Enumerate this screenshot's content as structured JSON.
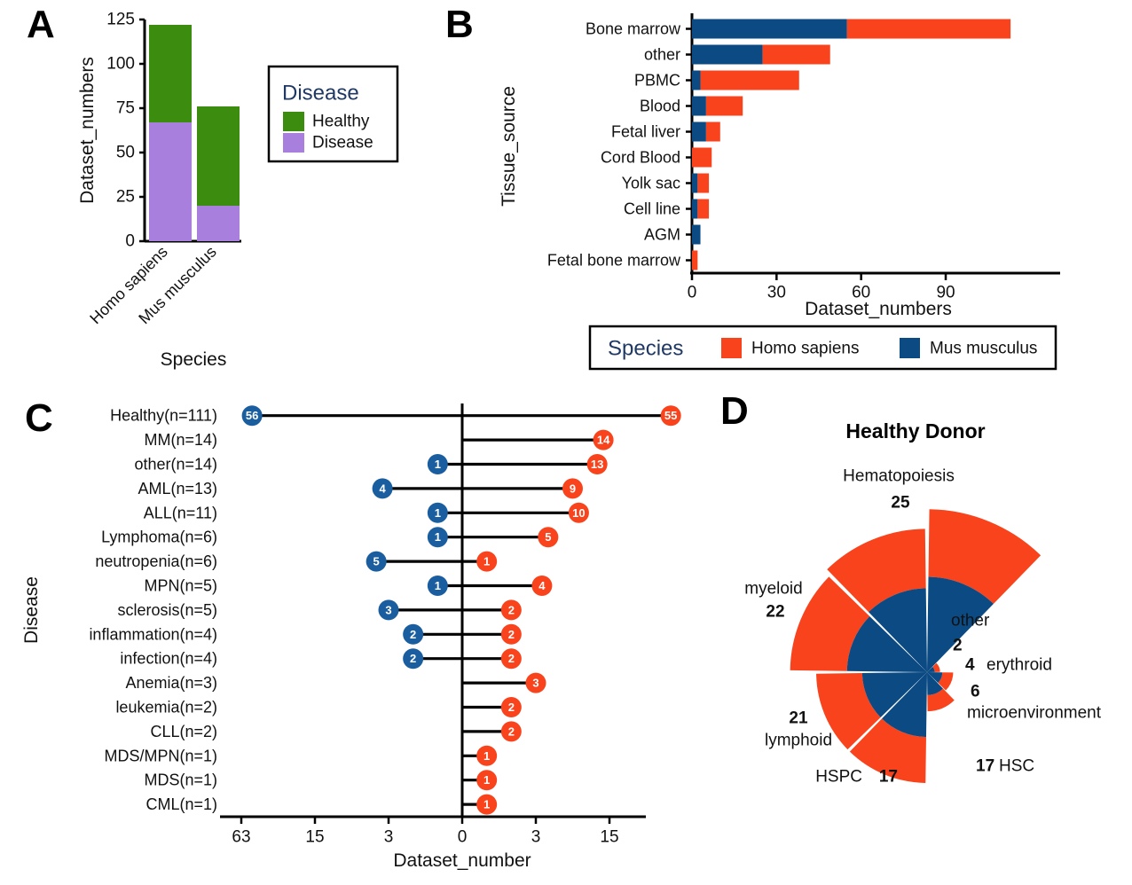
{
  "figure": {
    "panels": [
      "A",
      "B",
      "C",
      "D"
    ]
  },
  "panelA": {
    "letter": "A",
    "ylabel": "Dataset_numbers",
    "xlabel": "Species",
    "yticks": [
      "0",
      "25",
      "50",
      "75",
      "100",
      "125"
    ],
    "legend": {
      "title": "Disease",
      "items": [
        {
          "label": "Healthy",
          "color": "#3c8c10"
        },
        {
          "label": "Disease",
          "color": "#a97fdd"
        }
      ]
    },
    "chart_data": {
      "type": "bar",
      "title": "",
      "xlabel": "Species",
      "ylabel": "Dataset_numbers",
      "ylim": [
        0,
        130
      ],
      "yticks": [
        0,
        25,
        50,
        75,
        100,
        125
      ],
      "categories": [
        "Homo sapiens",
        "Mus musculus"
      ],
      "stacked": true,
      "series": [
        {
          "name": "Disease",
          "color": "#a97fdd",
          "values": [
            67,
            20
          ]
        },
        {
          "name": "Healthy",
          "color": "#3c8c10",
          "values": [
            55,
            56
          ]
        }
      ],
      "totals": [
        122,
        76
      ],
      "legend_position": "right"
    }
  },
  "panelB": {
    "letter": "B",
    "ylabel": "Tissue_source",
    "xlabel": "Dataset_numbers",
    "xticks": [
      "0",
      "30",
      "60",
      "90"
    ],
    "legend": {
      "title": "Species",
      "items": [
        {
          "label": "Homo sapiens",
          "color": "#f8431c"
        },
        {
          "label": "Mus musculus",
          "color": "#0b4a82"
        }
      ]
    },
    "chart_data": {
      "type": "bar",
      "orientation": "horizontal",
      "title": "",
      "xlabel": "Dataset_numbers",
      "ylabel": "Tissue_source",
      "xlim": [
        0,
        118
      ],
      "xticks": [
        0,
        30,
        60,
        90
      ],
      "grid": false,
      "stacked": true,
      "categories": [
        "Bone marrow",
        "other",
        "PBMC",
        "Blood",
        "Fetal liver",
        "Cord Blood",
        "Yolk sac",
        "Cell line",
        "AGM",
        "Fetal bone marrow"
      ],
      "series": [
        {
          "name": "Mus musculus",
          "color": "#0b4a82",
          "values": [
            55,
            25,
            3,
            5,
            5,
            0,
            2,
            2,
            3,
            0
          ]
        },
        {
          "name": "Homo sapiens",
          "color": "#f8431c",
          "values": [
            58,
            24,
            35,
            13,
            5,
            7,
            4,
            4,
            0,
            2
          ]
        }
      ],
      "totals": [
        113,
        49,
        38,
        18,
        10,
        7,
        6,
        6,
        3,
        2
      ],
      "legend_position": "bottom"
    }
  },
  "panelC": {
    "letter": "C",
    "ylabel": "Disease",
    "xlabel": "Dataset_number",
    "xticks": [
      "63",
      "15",
      "3",
      "0",
      "3",
      "15"
    ],
    "chart_data": {
      "type": "bar",
      "subtype": "dumbbell",
      "title": "",
      "xlabel": "Dataset_number",
      "ylabel": "Disease",
      "xticks": [
        63,
        15,
        3,
        0,
        3,
        15
      ],
      "left_color": "#1a5ea0",
      "right_color": "#f8431c",
      "left_series_name": "Mus musculus",
      "right_series_name": "Homo sapiens",
      "categories": [
        "Healthy(n=111)",
        "MM(n=14)",
        "other(n=14)",
        "AML(n=13)",
        "ALL(n=11)",
        "Lymphoma(n=6)",
        "neutropenia(n=6)",
        "MPN(n=5)",
        "sclerosis(n=5)",
        "inflammation(n=4)",
        "infection(n=4)",
        "Anemia(n=3)",
        "leukemia(n=2)",
        "CLL(n=2)",
        "MDS/MPN(n=1)",
        "MDS(n=1)",
        "CML(n=1)"
      ],
      "left_values": [
        56,
        0,
        1,
        4,
        1,
        1,
        5,
        1,
        3,
        2,
        2,
        0,
        0,
        0,
        0,
        0,
        0
      ],
      "right_values": [
        55,
        14,
        13,
        9,
        10,
        5,
        1,
        4,
        2,
        2,
        2,
        3,
        2,
        2,
        1,
        1,
        1
      ]
    }
  },
  "panelD": {
    "letter": "D",
    "title": "Healthy Donor",
    "chart_data": {
      "type": "pie",
      "subtype": "nightingale-rose",
      "title": "Healthy Donor",
      "inner_color": "#0b4a82",
      "outer_color": "#f8431c",
      "categories": [
        "Hematopoiesis",
        "other",
        "erythroid",
        "microenvironment",
        "HSC",
        "HSPC",
        "lymphoid",
        "myeloid"
      ],
      "values": [
        25,
        2,
        4,
        6,
        17,
        17,
        21,
        22
      ],
      "labels": [
        {
          "name": "Hematopoiesis",
          "value": 25
        },
        {
          "name": "other",
          "value": 2
        },
        {
          "name": "erythroid",
          "value": 4
        },
        {
          "name": "microenvironment",
          "value": 6
        },
        {
          "name": "HSC",
          "value": 17
        },
        {
          "name": "HSPC",
          "value": 17
        },
        {
          "name": "lymphoid",
          "value": 21
        },
        {
          "name": "myeloid",
          "value": 22
        }
      ]
    }
  },
  "colors": {
    "human_orange": "#f8431c",
    "mouse_navy": "#0b4a82",
    "dot_blue": "#1a5ea0",
    "healthy_green": "#3c8c10",
    "disease_purple": "#a97fdd",
    "legend_title": "#1f3864"
  }
}
